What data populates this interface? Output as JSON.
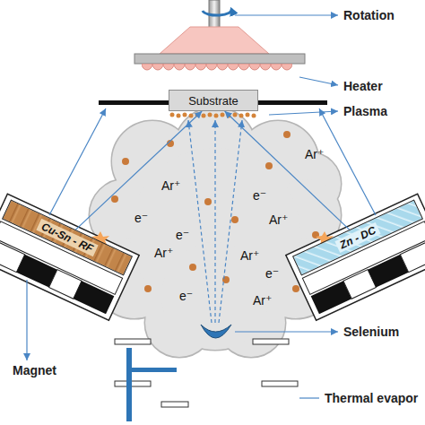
{
  "diagram": {
    "nodes": [
      {
        "text": [
          "Substrate"
        ]
      },
      {
        "text": [
          "Cu-Sn - RF"
        ]
      },
      {
        "text": [
          "Zn - DC"
        ]
      }
    ],
    "edges": [
      {
        "from": 1,
        "to": 0,
        "arrow": "to"
      },
      {
        "from": 2,
        "to": 0,
        "arrow": "to"
      }
    ],
    "labels": [
      "Rotation",
      "Heater",
      "Plasma",
      "Ar⁺",
      "e⁻",
      "Ar⁺",
      "Ar⁺",
      "e⁻",
      "Ar⁺",
      "e⁻",
      "Ar⁺",
      "e⁻",
      "e⁻",
      "Ar⁺",
      "Magnet",
      "Selenium",
      "Thermal evapor"
    ]
  }
}
